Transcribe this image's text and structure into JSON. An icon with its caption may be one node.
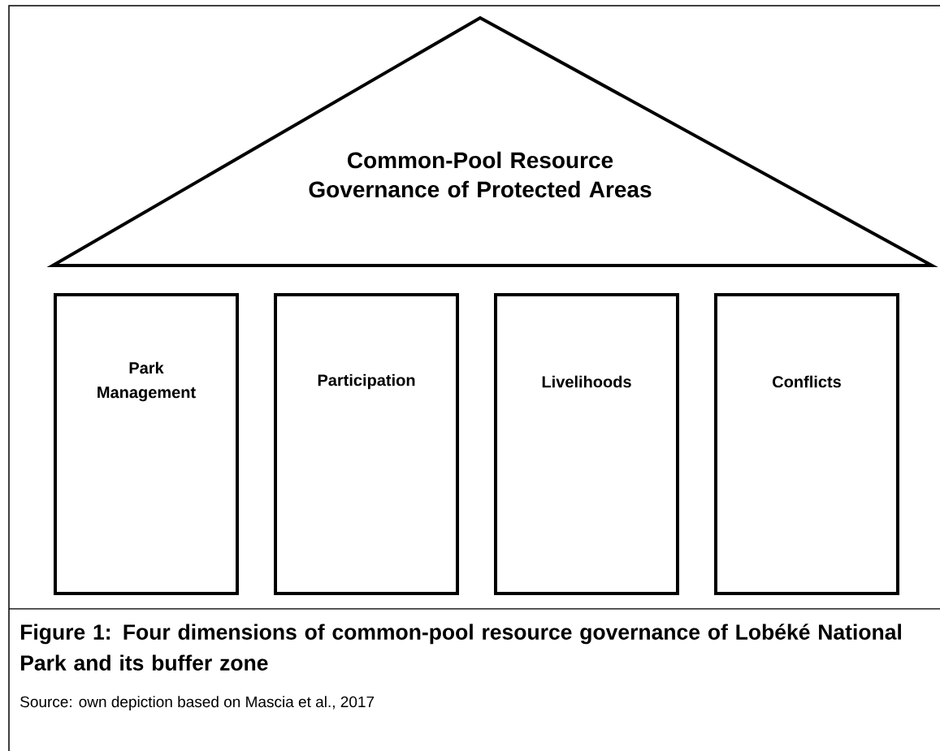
{
  "diagram": {
    "caption": "Figure 1: Four dimensions of common-pool resource governance of Lobéké National Park and its buffer zone",
    "nodes": [
      {
        "text": [
          "Common-Pool Resource Governance of Protected Areas"
        ]
      },
      {
        "text": [
          "Park Management"
        ]
      },
      {
        "text": [
          "Participation"
        ]
      },
      {
        "text": [
          "Livelihoods"
        ]
      },
      {
        "text": [
          "Conflicts"
        ]
      }
    ],
    "labels": [
      "Source: own depiction based on Mascia et al., 2017"
    ]
  }
}
